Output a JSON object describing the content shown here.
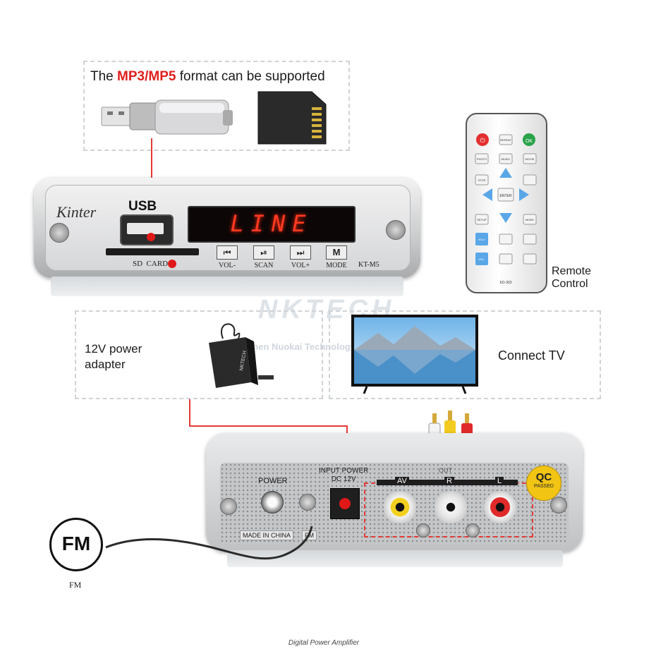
{
  "top_box": {
    "caption_prefix": "The ",
    "caption_highlight": "MP3/MP5",
    "caption_suffix": " format can be supported"
  },
  "front_panel": {
    "brand": "Kinter",
    "usb_label": "USB",
    "display_text": "LINE",
    "sd_label": "SD  CARD",
    "buttons": [
      {
        "glyph": "⏮",
        "label": "VOL-"
      },
      {
        "glyph": "⏯",
        "label": "SCAN"
      },
      {
        "glyph": "⏭",
        "label": "VOL+"
      },
      {
        "glyph": "M",
        "label": "MODE"
      }
    ],
    "model": "KT-M5"
  },
  "remote": {
    "label_line1": "Remote",
    "label_line2": "Control",
    "model": "KD-303",
    "keys": [
      "REPEAT",
      "PHOTO",
      "MUSIC",
      "MOVIE",
      "STOP",
      "ENTER",
      "SETUP",
      "MODE",
      "VOL+",
      "VOL-"
    ]
  },
  "watermark": {
    "logo": "NKTECH",
    "company": "Shenzhen Nuokai Technology Co.,Ltd"
  },
  "power_box": {
    "label_line1": "12V power",
    "label_line2": "adapter",
    "adapter_brand": "NKTECH"
  },
  "tv_box": {
    "label": "Connect TV"
  },
  "rear_panel": {
    "power_label": "POWER",
    "input_power_line1": "INPUT POWER",
    "input_power_line2": "DC 12V",
    "av_label": "AV",
    "r_label": "R",
    "l_label": "L",
    "out_label": "OUT",
    "made_in": "MADE IN CHINA",
    "fm_port": "FM",
    "qc_line1": "QC",
    "qc_line2": "PASSED"
  },
  "fm_badge": {
    "text": "FM",
    "caption": "FM"
  },
  "footer": {
    "caption": "Digital Power Amplifier"
  }
}
